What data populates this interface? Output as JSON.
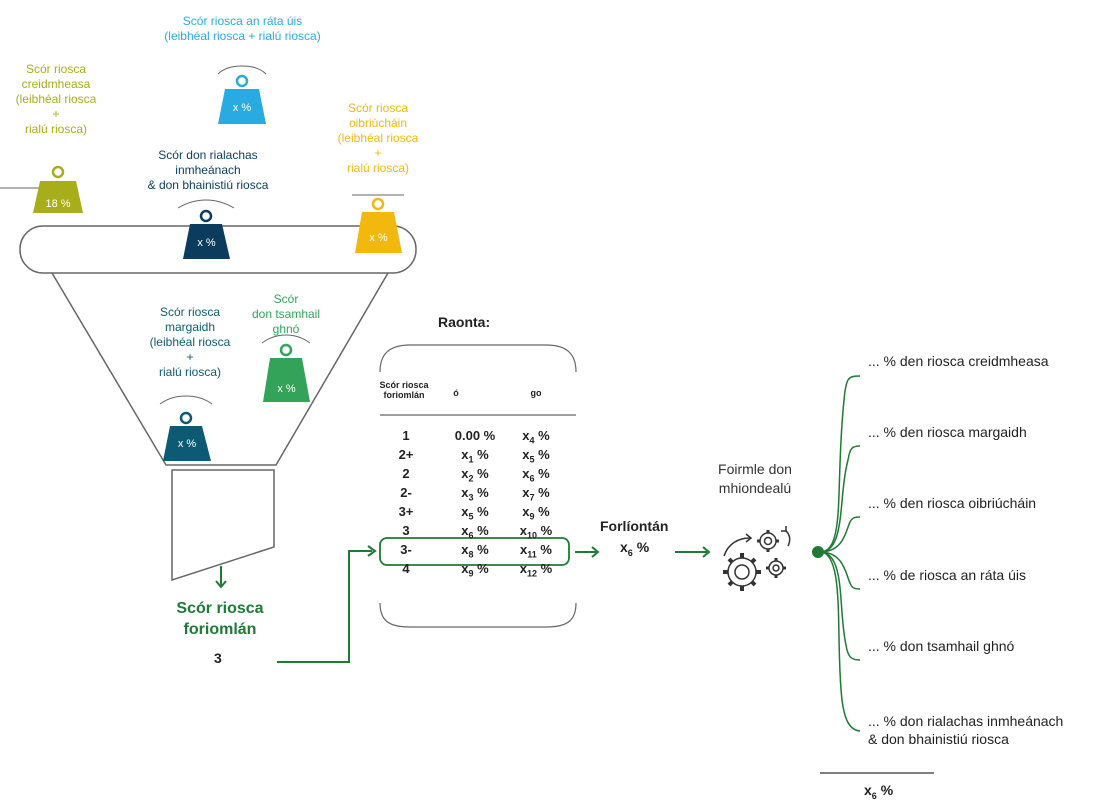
{
  "colors": {
    "olive": "#a8ad1a",
    "sky": "#29abe2",
    "yellow": "#f2b80f",
    "navy": "#0b3c5d",
    "green": "#33a35a",
    "teal": "#0d5a74",
    "arrow_green": "#1f7a35",
    "grey": "#666666"
  },
  "weights": {
    "credit": {
      "label": "Scór riosca\ncreidmheasa\n(leibhéal riosca\n+\nrialú riosca)",
      "value": "18 %"
    },
    "interest": {
      "label": "Scór riosca an ráta úis\n(leibhéal riosca + rialú riosca)",
      "value": "x %"
    },
    "operational": {
      "label": "Scór riosca\noibriúcháin\n(leibhéal riosca\n+\nrialú riosca)",
      "value": "x %"
    },
    "governance": {
      "label": "Scór don rialachas\ninmheánach\n& don bhainistiú riosca",
      "value": "x %"
    },
    "business": {
      "label": "Scór\ndon tsamhail\nghnó",
      "value": "x %"
    },
    "market": {
      "label": "Scór riosca\nmargaidh\n(leibhéal riosca\n+\nrialú riosca)",
      "value": "x %"
    }
  },
  "overall": {
    "label": "Scór riosca\nforiomlán",
    "value": "3"
  },
  "ranges": {
    "title": "Raonta:",
    "col_score": "Scór riosca\nforiomlán",
    "col_from": "ó",
    "col_to": "go",
    "rows": [
      {
        "score": "1",
        "from": "0.00 %",
        "from_sub": "",
        "to": "x",
        "to_sub": "4"
      },
      {
        "score": "2+",
        "from": "x",
        "from_sub": "1",
        "to": "x",
        "to_sub": "5"
      },
      {
        "score": "2",
        "from": "x",
        "from_sub": "2",
        "to": "x",
        "to_sub": "6"
      },
      {
        "score": "2-",
        "from": "x",
        "from_sub": "3",
        "to": "x",
        "to_sub": "7"
      },
      {
        "score": "3+",
        "from": "x",
        "from_sub": "5",
        "to": "x",
        "to_sub": "9"
      },
      {
        "score": "3",
        "from": "x",
        "from_sub": "6",
        "to": "x",
        "to_sub": "10"
      },
      {
        "score": "3-",
        "from": "x",
        "from_sub": "8",
        "to": "x",
        "to_sub": "11"
      },
      {
        "score": "4",
        "from": "x",
        "from_sub": "9",
        "to": "x",
        "to_sub": "12"
      }
    ]
  },
  "supplement": {
    "label": "Forlíontán",
    "value": "x",
    "sub": "6",
    "unit": " %"
  },
  "formula": {
    "label": "Foirmle don\nmhiondealú"
  },
  "distribution": [
    "... % den riosca creidmheasa",
    "... % den riosca margaidh",
    "... % den riosca oibriúcháin",
    "... % de riosca an ráta úis",
    "... % don tsamhail ghnó",
    "... % don rialachas inmheánach\n& don bhainistiú riosca"
  ],
  "total": {
    "value": "x",
    "sub": "6",
    "unit": " %"
  },
  "pct": " %"
}
